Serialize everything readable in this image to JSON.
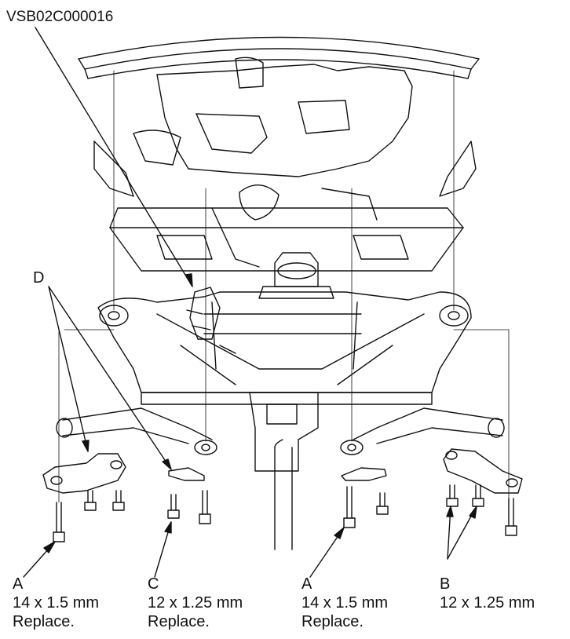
{
  "figure_id": "VSB02C000016",
  "callouts": {
    "D": {
      "letter": "D"
    },
    "A_left": {
      "letter": "A",
      "size": "14 x 1.5 mm",
      "note": "Replace."
    },
    "C": {
      "letter": "C",
      "size": "12 x 1.25 mm",
      "note": "Replace."
    },
    "A_right": {
      "letter": "A",
      "size": "14 x 1.5 mm",
      "note": "Replace."
    },
    "B": {
      "letter": "B",
      "size": "12 x 1.25 mm"
    }
  },
  "colors": {
    "line": "#111111",
    "background": "#ffffff"
  }
}
